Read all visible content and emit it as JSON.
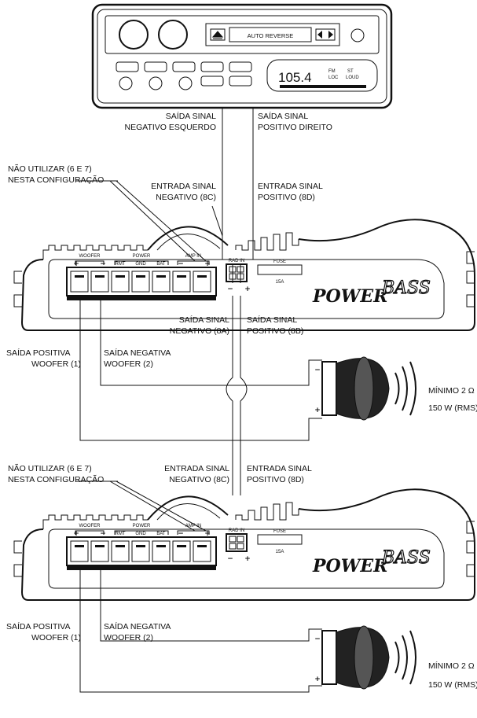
{
  "head_unit": {
    "auto_reverse": "AUTO REVERSE",
    "frequency": "105.4",
    "fm": "FM",
    "loc": "LOC",
    "st": "ST",
    "loud": "LOUD"
  },
  "top_labels": {
    "left_signal": [
      "SAÍDA SINAL",
      "NEGATIVO ESQUERDO"
    ],
    "right_signal": [
      "SAÍDA SINAL",
      "POSITIVO DIREITO"
    ]
  },
  "amplifiers": [
    {
      "do_not_use": [
        "NÃO UTILIZAR (6 E 7)",
        "NESTA CONFIGURAÇÃO"
      ],
      "input_neg": [
        "ENTRADA SINAL",
        "NEGATIVO (8C)"
      ],
      "input_pos": [
        "ENTRADA SINAL",
        "POSITIVO (8D)"
      ],
      "output_neg": [
        "SAÍDA SINAL",
        "NEGATIVO (8A)"
      ],
      "output_pos": [
        "SAÍDA SINAL",
        "POSITIVO (8B)"
      ],
      "woofer_pos": [
        "SAÍDA POSITIVA",
        "WOOFER (1)"
      ],
      "woofer_neg": [
        "SAÍDA NEGATIVA",
        "WOOFER (2)"
      ],
      "speaker_impedance": "MÍNIMO 2 Ω",
      "speaker_power": "150 W (RMS)"
    },
    {
      "do_not_use": [
        "NÃO UTILIZAR (6 E 7)",
        "NESTA CONFIGURAÇÃO"
      ],
      "input_neg": [
        "ENTRADA SINAL",
        "NEGATIVO (8C)"
      ],
      "input_pos": [
        "ENTRADA SINAL",
        "POSITIVO (8D)"
      ],
      "woofer_pos": [
        "SAÍDA POSITIVA",
        "WOOFER (1)"
      ],
      "woofer_neg": [
        "SAÍDA NEGATIVA",
        "WOOFER (2)"
      ],
      "speaker_impedance": "MÍNIMO 2 Ω",
      "speaker_power": "150 W (RMS)"
    }
  ],
  "amp_panel": {
    "woofer": "WOOFER",
    "power": "POWER",
    "rmt": "RMT",
    "gnd": "GND",
    "bat": "BAT",
    "amp_in": "AMP IN",
    "rad_in": "RAD IN",
    "fuse": "FUSE",
    "fuse_rating": "15A",
    "brand_a": "POWER",
    "brand_b": "BASS"
  },
  "symbols": {
    "plus": "+",
    "minus": "−"
  }
}
